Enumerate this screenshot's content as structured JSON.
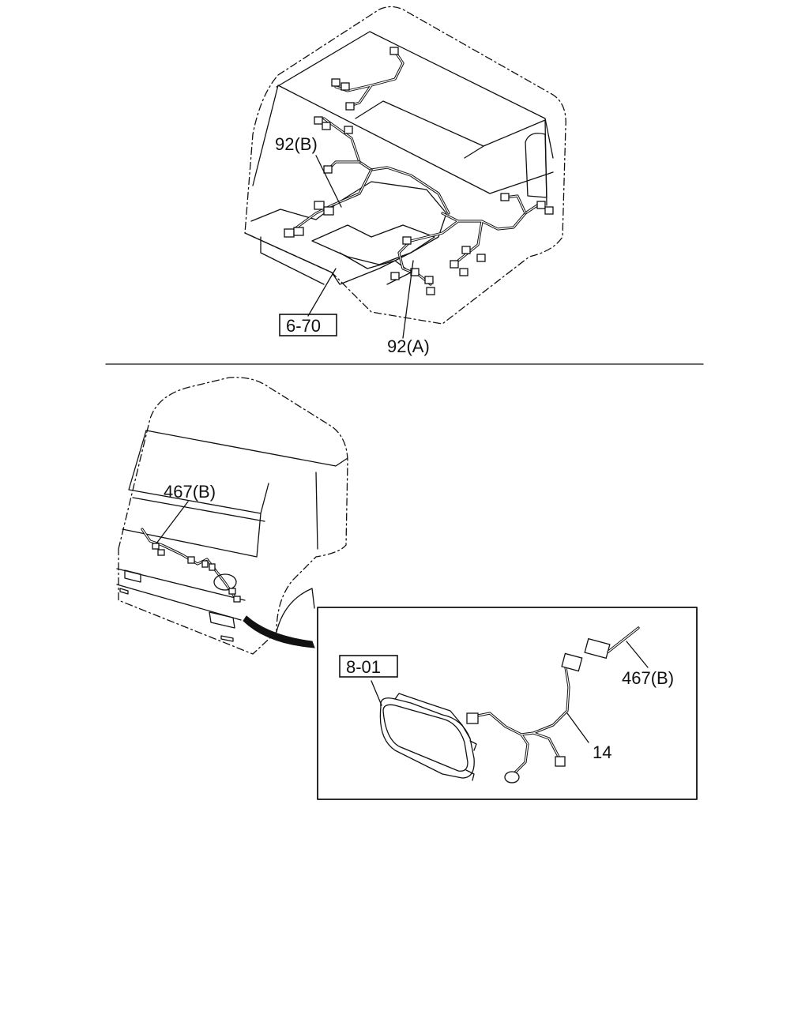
{
  "callouts": {
    "ref_6_70": "6-70",
    "harness_92b": "92(B)",
    "harness_92a": "92(A)",
    "harness_467b_cab": "467(B)",
    "ref_8_01": "8-01",
    "harness_467b_detail": "467(B)",
    "harness_14": "14"
  },
  "colors": {
    "line": "#111111",
    "background": "#ffffff"
  }
}
